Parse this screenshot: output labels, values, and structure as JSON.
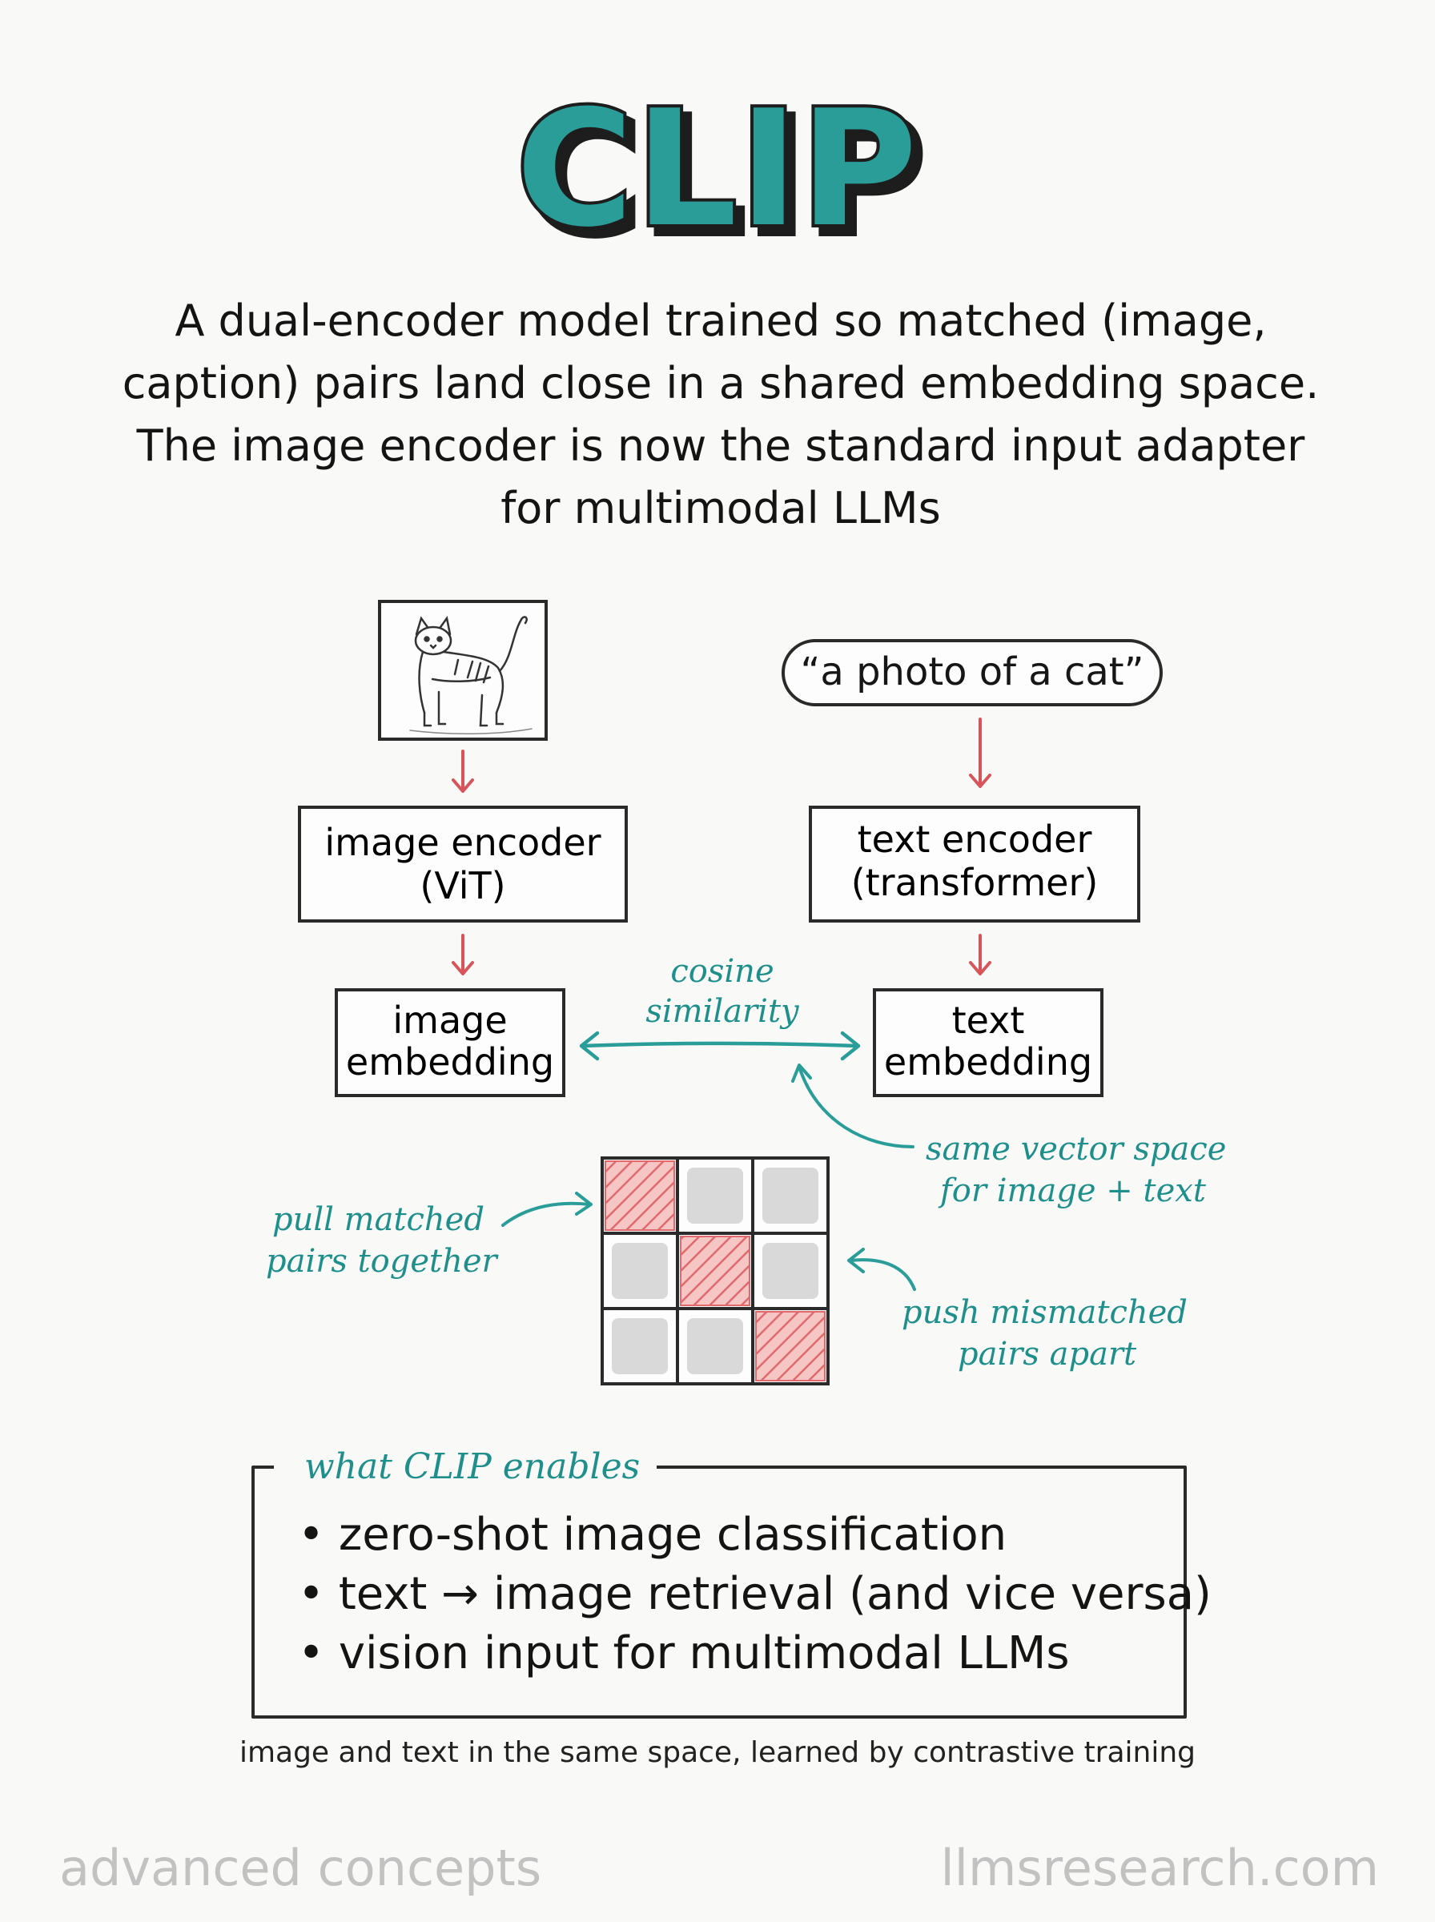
{
  "title": "CLIP",
  "subtitle": "A dual-encoder model trained so matched (image, caption) pairs land close in a shared embedding space. The image encoder is now the standard input adapter for multimodal LLMs",
  "diagram": {
    "caption_text": "“a photo of a cat”",
    "image_encoder": {
      "line1": "image encoder",
      "line2": "(ViT)"
    },
    "text_encoder": {
      "line1": "text encoder",
      "line2": "(transformer)"
    },
    "image_embedding": {
      "line1": "image",
      "line2": "embedding"
    },
    "text_embedding": {
      "line1": "text",
      "line2": "embedding"
    },
    "similarity_label": {
      "line1": "cosine",
      "line2": "similarity"
    },
    "vector_space_note": {
      "line1": "same vector space",
      "line2": "for image + text"
    },
    "pull_note": {
      "line1": "pull matched",
      "line2": "pairs together"
    },
    "push_note": {
      "line1": "push mismatched",
      "line2": "pairs apart"
    },
    "matrix": [
      [
        1,
        0,
        0
      ],
      [
        0,
        1,
        0
      ],
      [
        0,
        0,
        1
      ]
    ]
  },
  "enables": {
    "title": "what CLIP enables",
    "items": [
      "• zero-shot image classification",
      "• text → image retrieval (and vice versa)",
      "• vision input for multimodal LLMs"
    ]
  },
  "footnote": "image and text in the same space, learned by contrastive training",
  "footer": {
    "left": "advanced concepts",
    "right": "llmsresearch.com"
  },
  "colors": {
    "teal": "#2a9d99",
    "teal_dark": "#1f8f8c",
    "red_arrow": "#d6545a",
    "match_red": "#ee9a9a",
    "mismatch_gray": "#d9d9d9",
    "ink": "#2a2a2a"
  }
}
